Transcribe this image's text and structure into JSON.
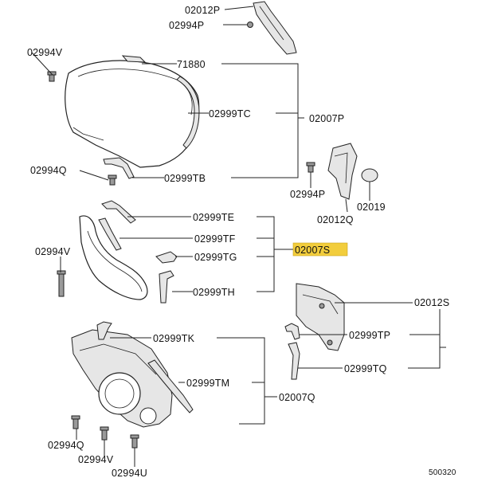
{
  "labels": {
    "p02012P_top": "02012P",
    "p02994P_top": "02994P",
    "p02994V_1": "02994V",
    "p71880": "71880",
    "p02999TC": "02999TC",
    "p02007P": "02007P",
    "p02994Q_1": "02994Q",
    "p02999TB": "02999TB",
    "p02994P_mid": "02994P",
    "p02019": "02019",
    "p02012Q": "02012Q",
    "p02999TE": "02999TE",
    "p02999TF": "02999TF",
    "p02007S": "02007S",
    "p02994V_2": "02994V",
    "p02999TG": "02999TG",
    "p02999TH": "02999TH",
    "p02012S": "02012S",
    "p02999TP": "02999TP",
    "p02999TQ": "02999TQ",
    "p02999TK": "02999TK",
    "p02999TM": "02999TM",
    "p02007Q": "02007Q",
    "p02994Q_2": "02994Q",
    "p02994V_3": "02994V",
    "p02994U": "02994U",
    "ref": "500320"
  },
  "highlight": {
    "part": "02007S",
    "color": "#f2cd3c"
  }
}
